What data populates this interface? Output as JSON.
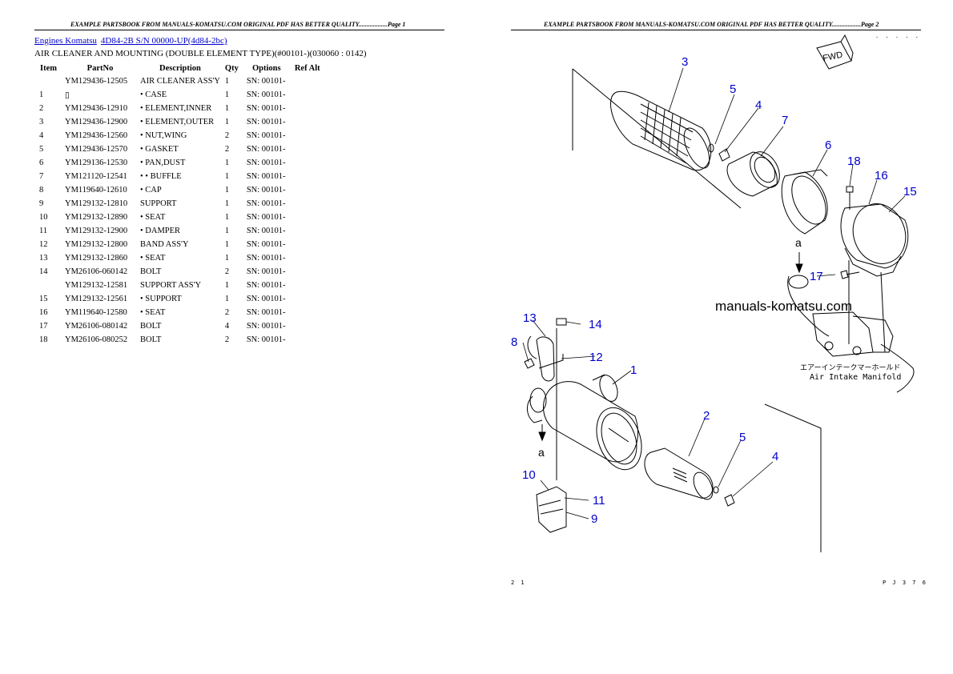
{
  "page1": {
    "header": "EXAMPLE PARTSBOOK FROM MANUALS-KOMATSU.COM ORIGINAL PDF HAS BETTER QUALITY..................Page 1",
    "breadcrumb": {
      "link1": "Engines Komatsu",
      "link2": "4D84-2B S/N 00000-UP(4d84-2bc)"
    },
    "section_title": "AIR CLEANER AND MOUNTING (DOUBLE ELEMENT TYPE)(#00101-)(030060 : 0142)",
    "columns": [
      "Item",
      "PartNo",
      "Description",
      "Qty",
      "Options",
      "Ref Alt"
    ],
    "rows": [
      {
        "item": "",
        "part": "YM129436-12505",
        "desc": "AIR CLEANER ASS'Y",
        "qty": "1",
        "opt": "SN: 00101-"
      },
      {
        "item": "1",
        "part": "▯",
        "desc": "• CASE",
        "qty": "1",
        "opt": "SN: 00101-"
      },
      {
        "item": "2",
        "part": "YM129436-12910",
        "desc": "• ELEMENT,INNER",
        "qty": "1",
        "opt": "SN: 00101-"
      },
      {
        "item": "3",
        "part": "YM129436-12900",
        "desc": "• ELEMENT,OUTER",
        "qty": "1",
        "opt": "SN: 00101-"
      },
      {
        "item": "4",
        "part": "YM129436-12560",
        "desc": "• NUT,WING",
        "qty": "2",
        "opt": "SN: 00101-"
      },
      {
        "item": "5",
        "part": "YM129436-12570",
        "desc": "• GASKET",
        "qty": "2",
        "opt": "SN: 00101-"
      },
      {
        "item": "6",
        "part": "YM129136-12530",
        "desc": "• PAN,DUST",
        "qty": "1",
        "opt": "SN: 00101-"
      },
      {
        "item": "7",
        "part": "YM121120-12541",
        "desc": "• • BUFFLE",
        "qty": "1",
        "opt": "SN: 00101-"
      },
      {
        "item": "8",
        "part": "YM119640-12610",
        "desc": "• CAP",
        "qty": "1",
        "opt": "SN: 00101-"
      },
      {
        "item": "9",
        "part": "YM129132-12810",
        "desc": "SUPPORT",
        "qty": "1",
        "opt": "SN: 00101-"
      },
      {
        "item": "10",
        "part": "YM129132-12890",
        "desc": "• SEAT",
        "qty": "1",
        "opt": "SN: 00101-"
      },
      {
        "item": "11",
        "part": "YM129132-12900",
        "desc": "• DAMPER",
        "qty": "1",
        "opt": "SN: 00101-"
      },
      {
        "item": "12",
        "part": "YM129132-12800",
        "desc": "BAND ASS'Y",
        "qty": "1",
        "opt": "SN: 00101-"
      },
      {
        "item": "13",
        "part": "YM129132-12860",
        "desc": "• SEAT",
        "qty": "1",
        "opt": "SN: 00101-"
      },
      {
        "item": "14",
        "part": "YM26106-060142",
        "desc": "BOLT",
        "qty": "2",
        "opt": "SN: 00101-"
      },
      {
        "item": "",
        "part": "YM129132-12581",
        "desc": "SUPPORT ASS'Y",
        "qty": "1",
        "opt": "SN: 00101-"
      },
      {
        "item": "15",
        "part": "YM129132-12561",
        "desc": "• SUPPORT",
        "qty": "1",
        "opt": "SN: 00101-"
      },
      {
        "item": "16",
        "part": "YM119640-12580",
        "desc": "• SEAT",
        "qty": "2",
        "opt": "SN: 00101-"
      },
      {
        "item": "17",
        "part": "YM26106-080142",
        "desc": "BOLT",
        "qty": "4",
        "opt": "SN: 00101-"
      },
      {
        "item": "18",
        "part": "YM26106-080252",
        "desc": "BOLT",
        "qty": "2",
        "opt": "SN: 00101-"
      }
    ]
  },
  "page2": {
    "header": "EXAMPLE PARTSBOOK FROM MANUALS-KOMATSU.COM ORIGINAL PDF HAS BETTER QUALITY..................Page 2",
    "watermark": "manuals-komatsu.com",
    "fwd_label": "FWD",
    "manifold_jp": "エアーインテークマーホールド",
    "manifold_en": "Air Intake Manifold",
    "view_label": "a",
    "corner_top_right": ". . . . .",
    "corner_bottom_left": "2 1",
    "corner_bottom_right": "P J 3 7 6",
    "callouts": [
      "1",
      "2",
      "3",
      "4",
      "5",
      "6",
      "7",
      "8",
      "9",
      "10",
      "11",
      "12",
      "13",
      "14",
      "15",
      "16",
      "17",
      "18",
      "4",
      "5"
    ]
  },
  "colors": {
    "link": "#0000cc",
    "callout": "#0000cc",
    "ink": "#000000"
  }
}
